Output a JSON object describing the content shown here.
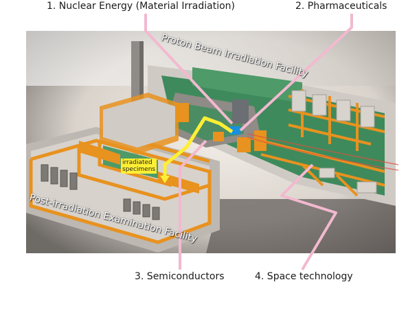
{
  "callouts": {
    "nuclear": "1. Nuclear Energy (Material Irradiation)",
    "pharma": "2. Pharmaceuticals",
    "semiconductors": "3. Semiconductors",
    "space": "4. Space technology"
  },
  "facilities": {
    "proton": "Proton Beam Irradiation Facility",
    "post": "Post-irradiation Examination Facility"
  },
  "specimens": {
    "line1": "irradiated",
    "line2": "specimens"
  },
  "colors": {
    "wall_orange": "#e8921f",
    "floor_green": "#3f8a5c",
    "leader_pink": "#f2b9d0",
    "specimen_yellow": "#ffef33",
    "beam_blue": "#1a8fe0"
  }
}
